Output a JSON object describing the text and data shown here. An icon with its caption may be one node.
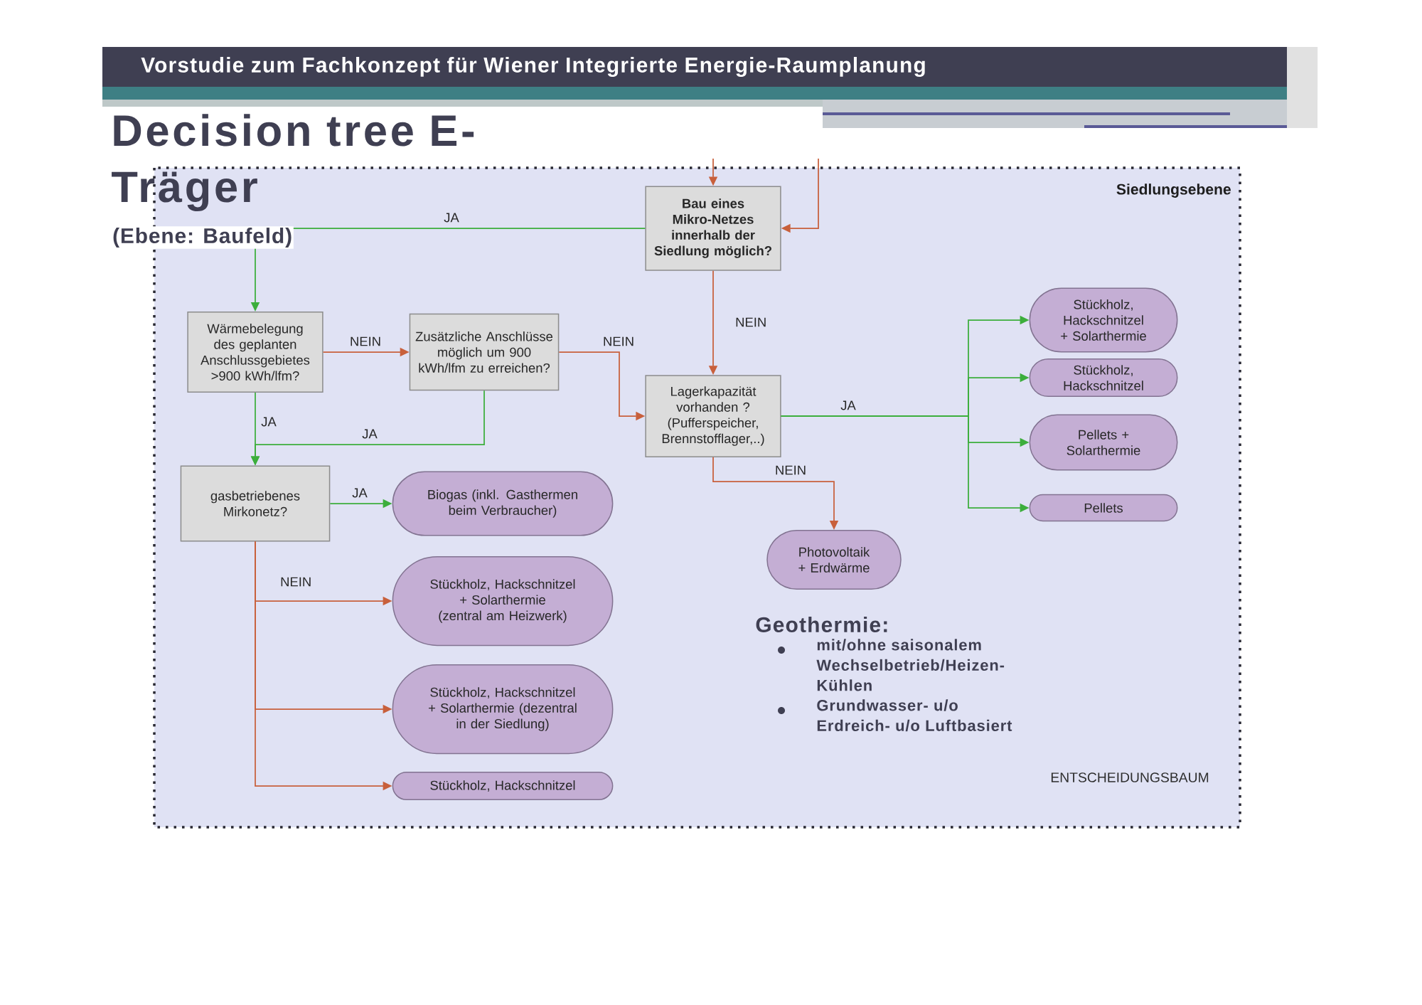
{
  "diagram": {
    "title": "Decision tree E-Träger",
    "nodes": [
      {
        "text": [
          "Bau eines Mikro-Netzes innerhalb der Siedlung möglich?"
        ]
      },
      {
        "text": [
          "Wärmebelegung des geplanten Anschlussgebietes >900 kWh/lfm?"
        ]
      },
      {
        "text": [
          "Zusätzliche Anschlüsse möglich um 900 kWh/lfm zu erreichen?"
        ]
      },
      {
        "text": [
          "Lagerkapazität vorhanden ? (Pufferspeicher, Brennstofflager,..)"
        ]
      },
      {
        "text": [
          "Stückholz, Hackschnitzel + Solarthermie"
        ]
      },
      {
        "text": [
          "Stückholz, Hackschnitzel"
        ]
      },
      {
        "text": [
          "Pellets + Solarthermie"
        ]
      },
      {
        "text": [
          "Pellets"
        ]
      },
      {
        "text": [
          "gasbetriebenes Mirkonetz?"
        ]
      },
      {
        "text": [
          "Biogas (inkl. Gasthermen beim Verbraucher)"
        ]
      },
      {
        "text": [
          "Photovoltaik + Erdwärme"
        ]
      },
      {
        "text": [
          "Stückholz, Hackschnitzel + Solarthermie (zentral am Heizwerk)"
        ]
      },
      {
        "text": [
          "Stückholz, Hackschnitzel + Solarthermie (dezentral in der Siedlung)"
        ]
      },
      {
        "text": [
          "Stückholz, Hackschnitzel"
        ]
      }
    ],
    "edges": [
      {
        "from": null,
        "to": 0,
        "arrow": "to"
      },
      {
        "from": null,
        "to": 0,
        "arrow": "to"
      },
      {
        "from": 0,
        "to": 1,
        "arrow": "to",
        "label": "JA",
        "color": "#3cae3c"
      },
      {
        "from": 0,
        "to": 3,
        "arrow": "to",
        "label": "NEIN"
      },
      {
        "from": 1,
        "to": 2,
        "arrow": "to",
        "label": "NEIN"
      },
      {
        "from": 2,
        "to": 3,
        "arrow": "to",
        "label": "NEIN"
      },
      {
        "from": 1,
        "to": 8,
        "arrow": "to",
        "label": "JA",
        "color": "#3cae3c"
      },
      {
        "from": 2,
        "to": 8,
        "arrow": "to",
        "label": "JA",
        "color": "#3cae3c"
      },
      {
        "from": 3,
        "to": 4,
        "arrow": "to",
        "label": "JA",
        "color": "#3cae3c"
      },
      {
        "from": 3,
        "to": 5,
        "arrow": "to",
        "color": "#3cae3c"
      },
      {
        "from": 3,
        "to": 6,
        "arrow": "to",
        "color": "#3cae3c"
      },
      {
        "from": 3,
        "to": 7,
        "arrow": "to",
        "color": "#3cae3c"
      },
      {
        "from": 3,
        "to": 10,
        "arrow": "to",
        "label": "NEIN"
      },
      {
        "from": 8,
        "to": 9,
        "arrow": "to",
        "label": "JA",
        "color": "#3cae3c"
      },
      {
        "from": 8,
        "to": 11,
        "arrow": "to",
        "label": "NEIN"
      },
      {
        "from": 8,
        "to": 12,
        "arrow": "to"
      },
      {
        "from": 8,
        "to": 13,
        "arrow": "to"
      }
    ],
    "labels": [
      "Vorstudie zum Fachkonzept für Wiener Integrierte Energie-Raumplanung",
      "(Ebene: Baufeld)",
      "Siedlungsebene",
      "Geothermie:",
      "mit/ohne saisonalem Wechselbetrieb/Heizen-Kühlen",
      "Grundwasser- u/o Erdreich- u/o Luftbasiert",
      "ENTSCHEIDUNGSBAUM"
    ]
  }
}
